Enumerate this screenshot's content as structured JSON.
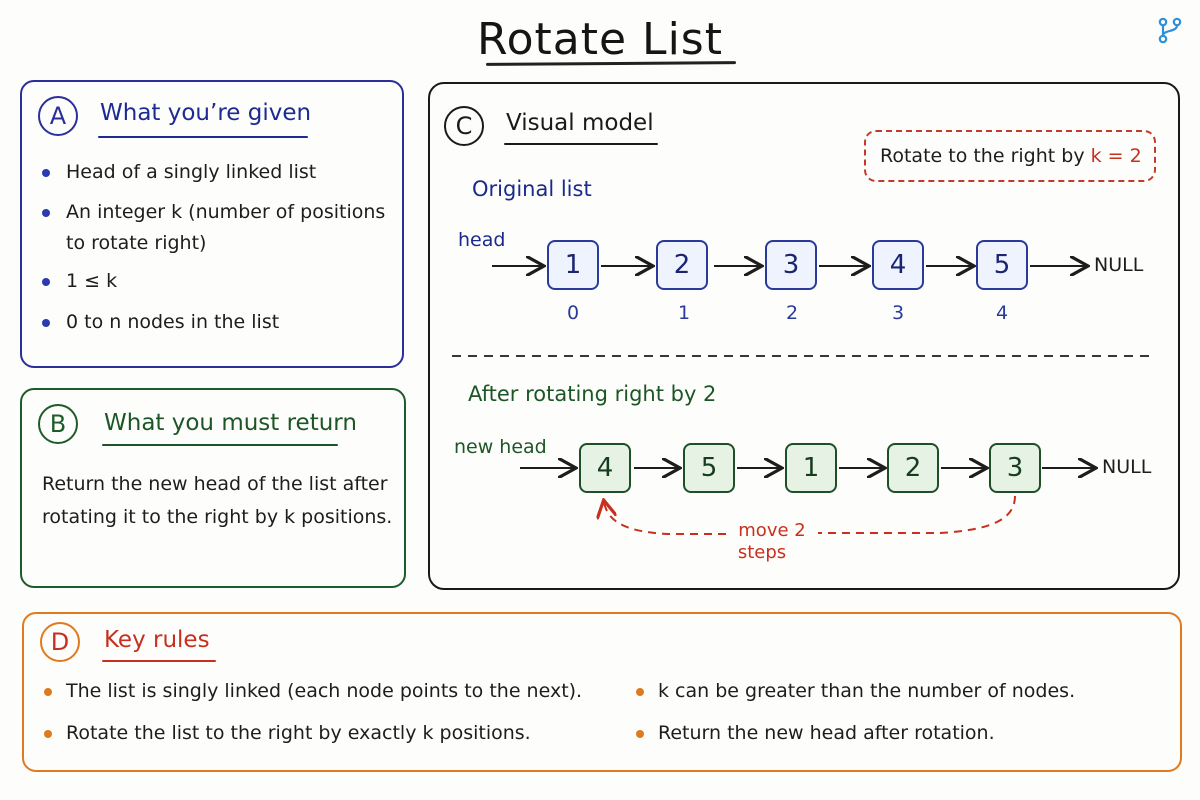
{
  "title": "Rotate List",
  "panel_a": {
    "badge": "A",
    "title": "What you’re given",
    "items": [
      "Head of a singly linked list",
      "An integer k (number of positions",
      "to rotate right)",
      "1 ≤ k",
      "0 to n nodes in the list"
    ]
  },
  "panel_b": {
    "badge": "B",
    "title": "What you must return",
    "text_line1": "Return the new head of the list after",
    "text_line2": "rotating it to the right by k positions."
  },
  "panel_c": {
    "badge": "C",
    "title": "Visual model",
    "callout_prefix": "Rotate to the right by",
    "callout_value": "k = 2",
    "original_label": "Original list",
    "head_label": "head",
    "original_nodes": [
      "1",
      "2",
      "3",
      "4",
      "5"
    ],
    "indices": [
      "0",
      "1",
      "2",
      "3",
      "4"
    ],
    "null_label": "NULL",
    "rotated_label": "After rotating right by 2",
    "new_head_label": "new head",
    "rotated_nodes": [
      "4",
      "5",
      "1",
      "2",
      "3"
    ],
    "move_label_line1": "move 2",
    "move_label_line2": "steps"
  },
  "panel_d": {
    "badge": "D",
    "title": "Key rules",
    "rules_left": [
      "The list is singly linked (each node points to the next).",
      "Rotate the list to the right by exactly k positions."
    ],
    "rules_right": [
      "k  can be greater than the number of nodes.",
      "Return the new head after rotation."
    ]
  },
  "colors": {
    "blue": "#2a2f9a",
    "green": "#1f5a2a",
    "orange": "#e07a1f",
    "red": "#c7301f"
  },
  "icons": [
    "branch-logo-icon"
  ]
}
